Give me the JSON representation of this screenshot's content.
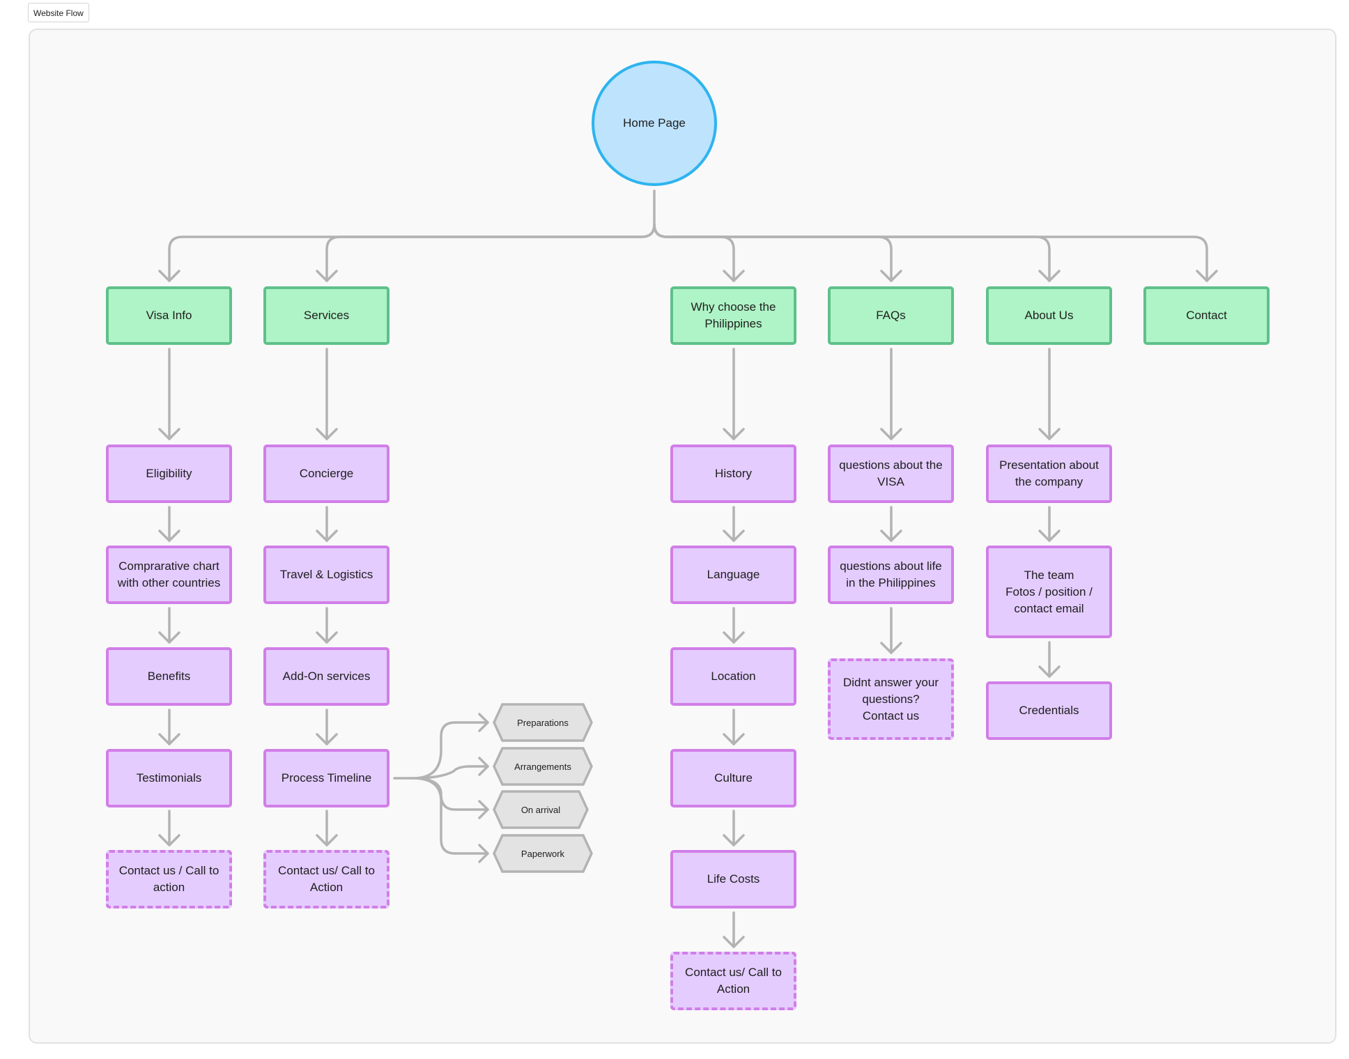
{
  "frame": {
    "title": "Website Flow"
  },
  "colors": {
    "circle_fill": "#bde3fd",
    "circle_stroke": "#2db4ee",
    "section_fill": "#aff4c6",
    "section_stroke": "#5fc08a",
    "page_fill": "#e4ccff",
    "page_stroke": "#d17ee8",
    "hex_fill": "#e3e3e3",
    "hex_stroke": "#b3b3b3",
    "connector": "#b3b3b3"
  },
  "root": {
    "label": "Home Page"
  },
  "sections": {
    "visa": {
      "label": "Visa Info",
      "pages": [
        "Eligibility",
        "Comprarative chart with other countries",
        "Benefits",
        "Testimonials"
      ],
      "cta": "Contact us / Call to action"
    },
    "services": {
      "label": "Services",
      "pages": [
        "Concierge",
        "Travel & Logistics",
        "Add-On services",
        "Process Timeline"
      ],
      "cta": "Contact us/ Call to Action",
      "timeline_steps": [
        "Preparations",
        "Arrangements",
        "On arrival",
        "Paperwork"
      ]
    },
    "why": {
      "label": "Why choose the Philippines",
      "pages": [
        "History",
        "Language",
        "Location",
        "Culture",
        "Life Costs"
      ],
      "cta": "Contact us/ Call to Action"
    },
    "faqs": {
      "label": "FAQs",
      "pages": [
        "questions about the VISA",
        "questions about life in the Philippines"
      ],
      "cta": "Didnt answer your questions?\nContact us"
    },
    "about": {
      "label": "About Us",
      "pages": [
        "Presentation about the company",
        "The team\nFotos / position / contact email",
        "Credentials"
      ]
    },
    "contact": {
      "label": "Contact"
    }
  }
}
